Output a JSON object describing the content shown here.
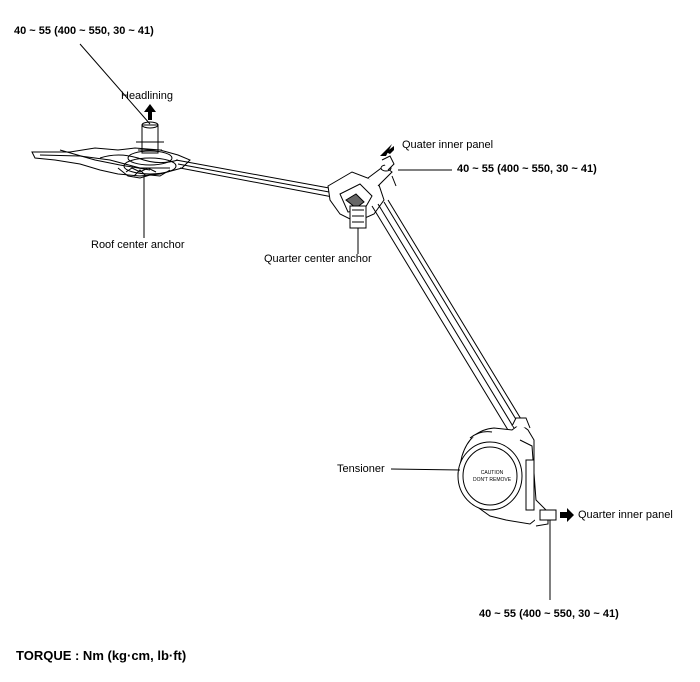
{
  "labels": {
    "torque_top": "40 ~ 55 (400 ~ 550, 30 ~ 41)",
    "headlining": "Headlining",
    "roof_center_anchor": "Roof center anchor",
    "quater_inner_panel": "Quater inner panel",
    "torque_quarter": "40 ~ 55 (400 ~ 550, 30 ~ 41)",
    "quarter_center_anchor": "Quarter center anchor",
    "tensioner": "Tensioner",
    "quarter_inner_panel": "Quarter inner panel",
    "torque_bottom": "40 ~ 55 (400 ~ 550, 30 ~ 41)",
    "caution_line1": "CAUTION",
    "caution_line2": "DON'T REMOVE"
  },
  "footer": {
    "torque_note": "TORQUE : Nm (kg·cm, lb·ft)"
  }
}
